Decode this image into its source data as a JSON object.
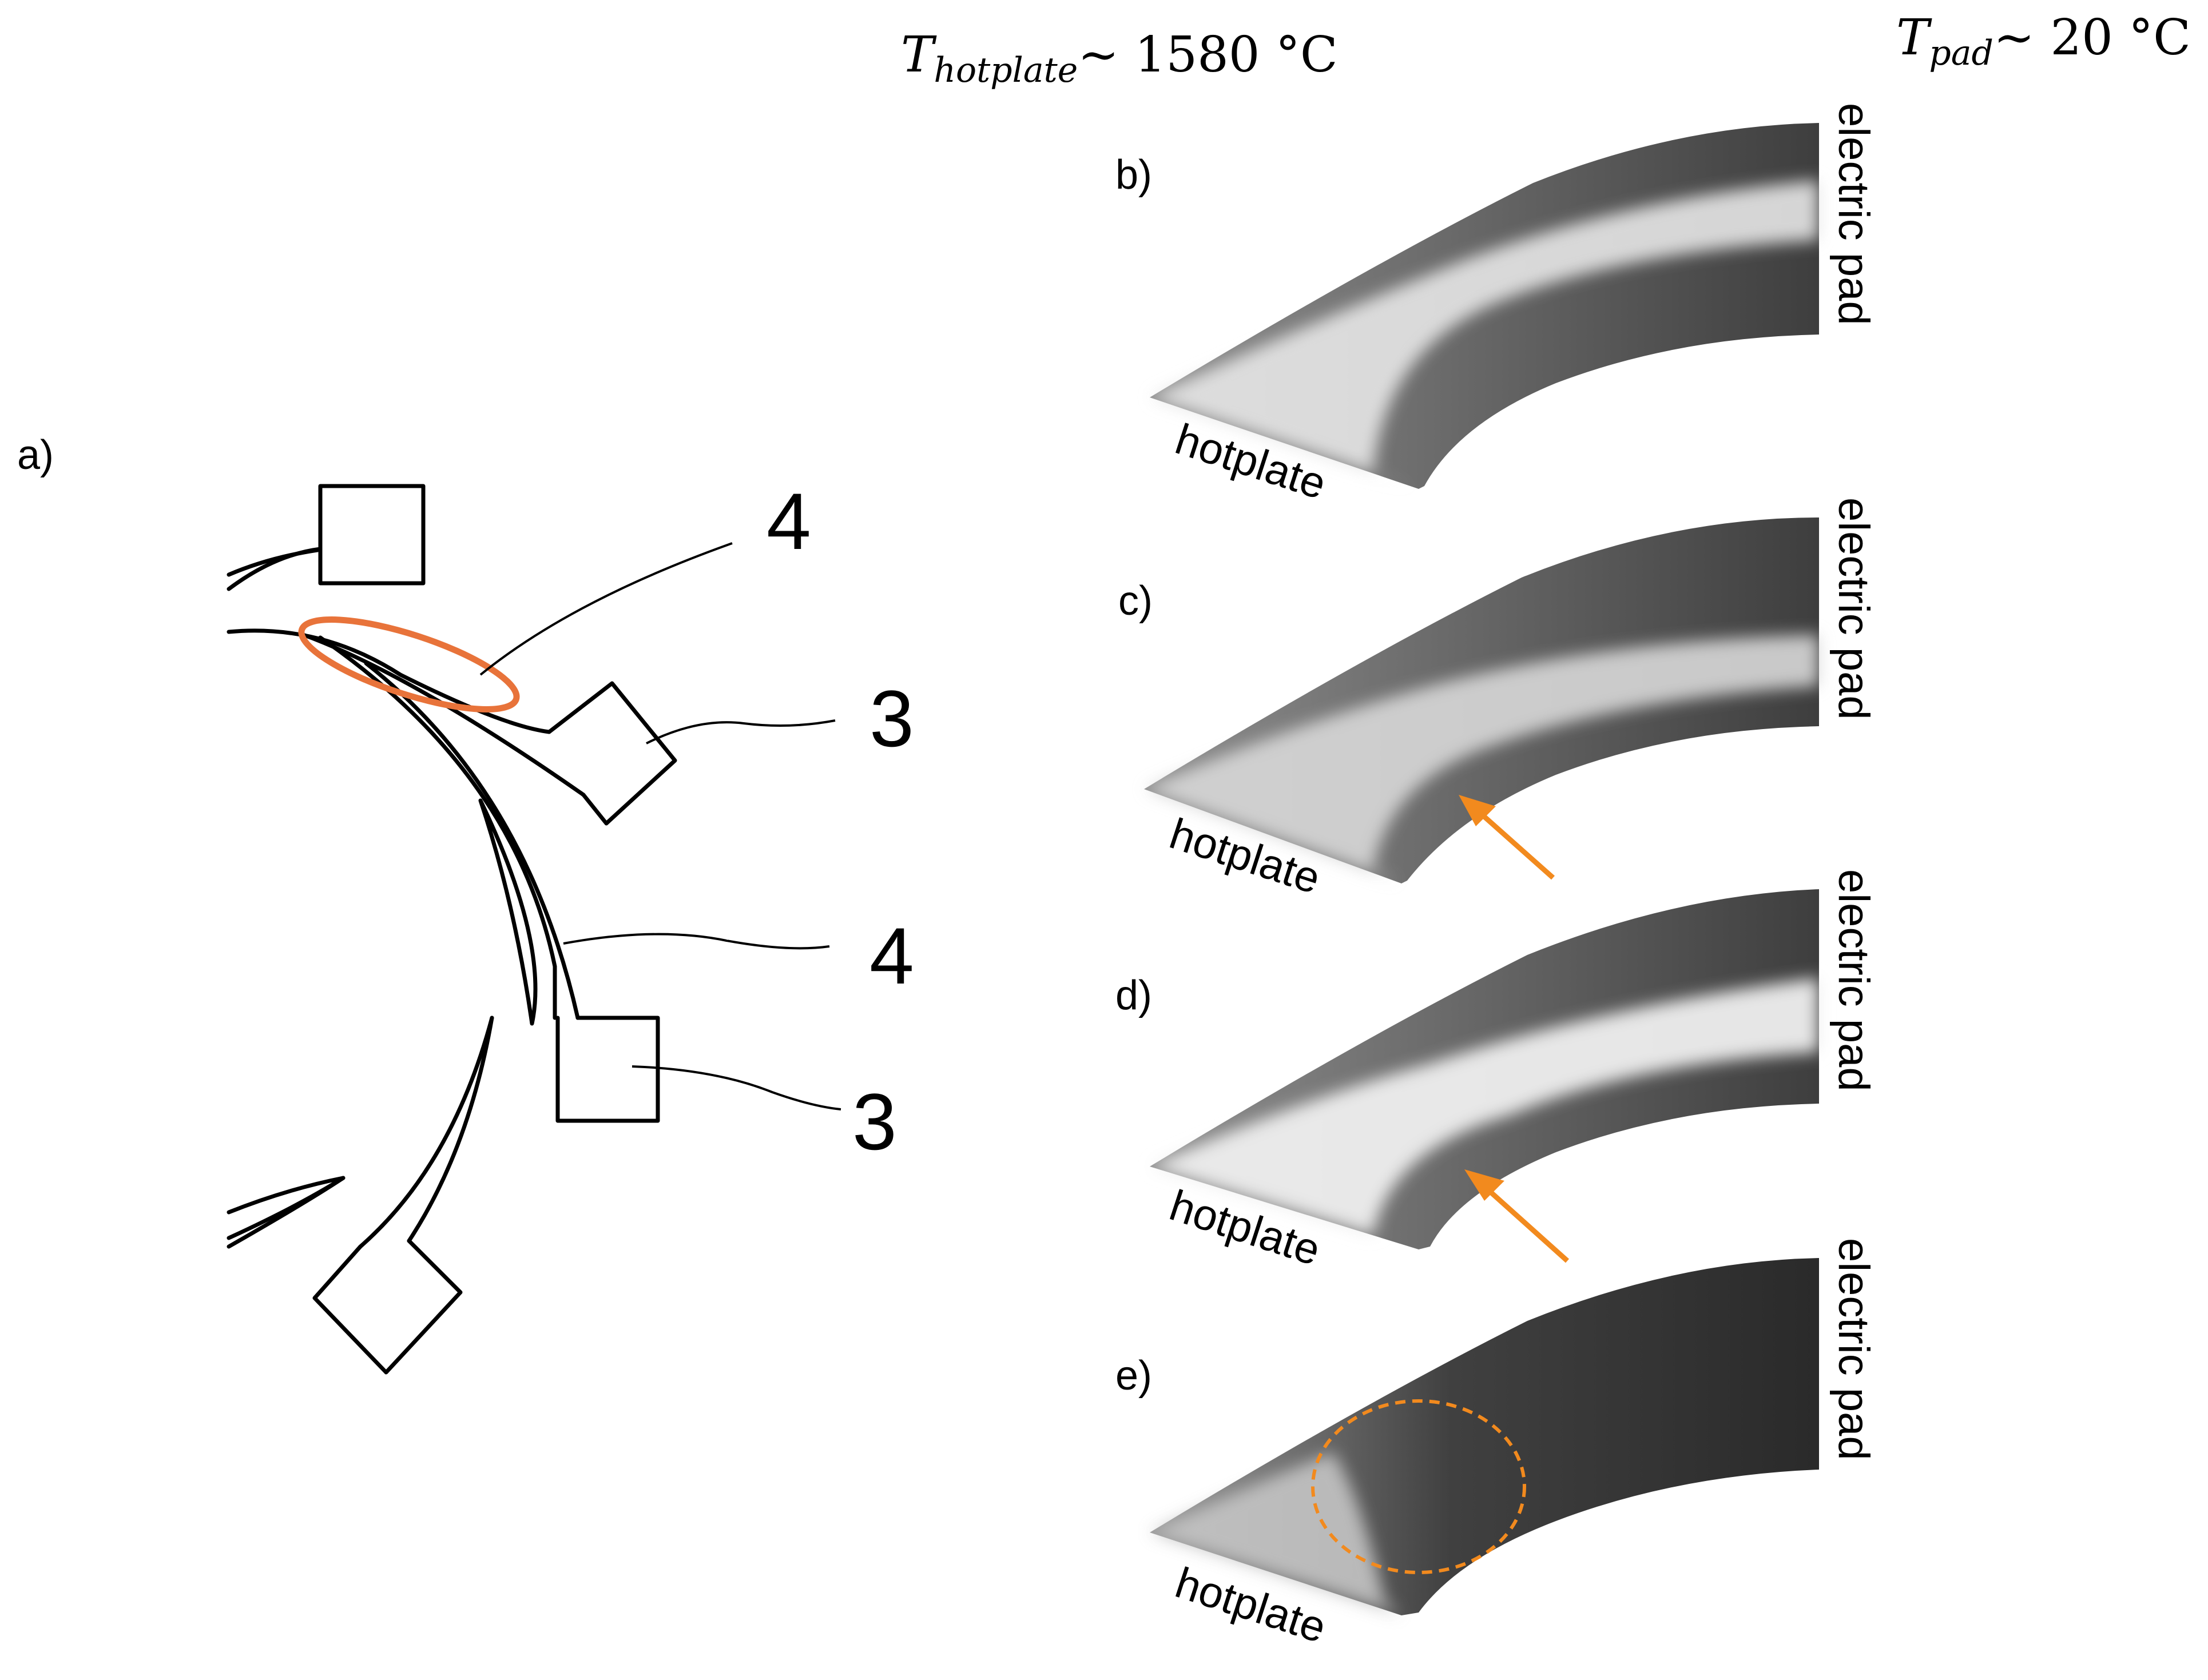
{
  "header": {
    "hotplate_temp": {
      "symbol": "T",
      "subscript": "hotplate",
      "value": "~ 1580 °C"
    },
    "pad_temp": {
      "symbol": "T",
      "subscript": "pad",
      "value": "~ 20 °C"
    }
  },
  "sketch": {
    "panel_label": "a)",
    "callouts": [
      "4",
      "3",
      "4",
      "3"
    ]
  },
  "panels": [
    {
      "label": "b)",
      "left": "hotplate",
      "right": "electric pad",
      "marker": "none"
    },
    {
      "label": "c)",
      "left": "hotplate",
      "right": "electric pad",
      "marker": "arrow"
    },
    {
      "label": "d)",
      "left": "hotplate",
      "right": "electric pad",
      "marker": "arrow"
    },
    {
      "label": "e)",
      "left": "hotplate",
      "right": "electric pad",
      "marker": "dashed-circle"
    }
  ],
  "colors": {
    "highlight": "#f28a1e",
    "ellipse": "#e8733a",
    "strip_dark": "#4d4d4d",
    "strip_light": "#e4e4e4"
  }
}
